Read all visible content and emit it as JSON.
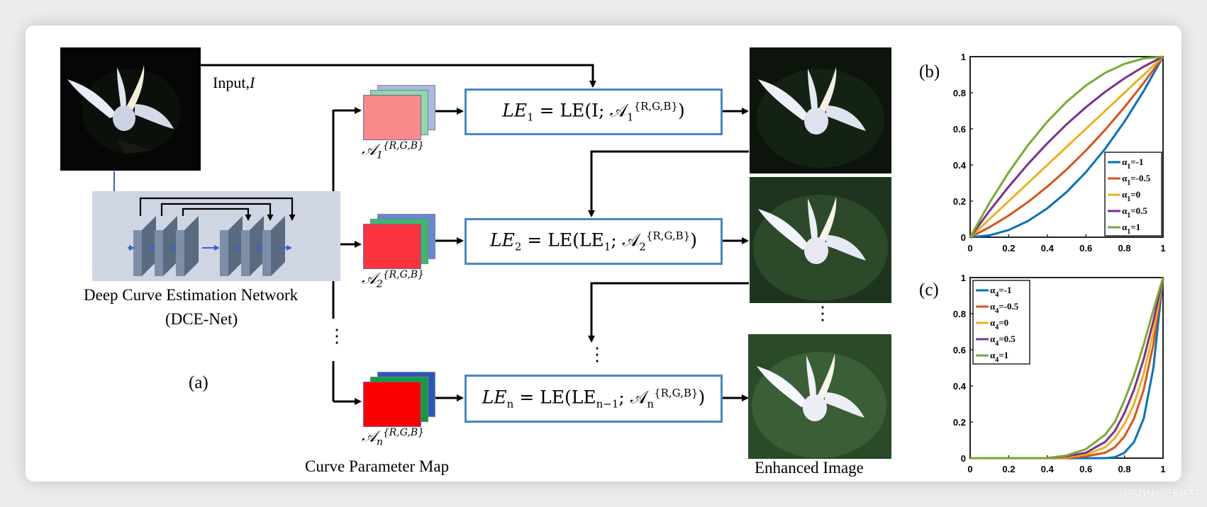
{
  "figure": {
    "input_label_prefix": "Input,",
    "input_label_var": "I",
    "dce_net_title": "Deep Curve Estimation Network",
    "dce_net_abbr": "(DCE-Net)",
    "panel_a_label": "(a)",
    "panel_b_label": "(b)",
    "panel_c_label": "(c)",
    "curve_param_map_label": "Curve Parameter Map",
    "enhanced_image_label": "Enhanced Image",
    "ellipsis": "⋮",
    "watermark": "CSDN @瑾怀轩"
  },
  "param_maps": [
    {
      "symbol": "𝒜",
      "sub": "1",
      "sup": "{R,G,B}",
      "colors": {
        "front": "#f88a8c",
        "mid": "#8fd8a8",
        "back": "#aab8e0"
      }
    },
    {
      "symbol": "𝒜",
      "sub": "2",
      "sup": "{R,G,B}",
      "colors": {
        "front": "#fb343f",
        "mid": "#3fb86a",
        "back": "#6a86cf"
      }
    },
    {
      "symbol": "𝒜",
      "sub": "n",
      "sup": "{R,G,B}",
      "colors": {
        "front": "#fc0000",
        "mid": "#139c3a",
        "back": "#2d56b8"
      }
    }
  ],
  "equations": [
    {
      "lhs": "LE",
      "lhs_sub": "1",
      "rhs_pre": "= LE(I; 𝒜",
      "rhs_sub": "1",
      "rhs_sup": "{R,G,B}",
      "rhs_post": ")"
    },
    {
      "lhs": "LE",
      "lhs_sub": "2",
      "rhs_pre": "= LE(LE",
      "rhs_mid_sub": "1",
      "rhs_mid": "; 𝒜",
      "rhs_sub": "2",
      "rhs_sup": "{R,G,B}",
      "rhs_post": ")"
    },
    {
      "lhs": "LE",
      "lhs_sub": "n",
      "rhs_pre": "= LE(LE",
      "rhs_mid_sub": "n−1",
      "rhs_mid": "; 𝒜",
      "rhs_sub": "n",
      "rhs_sup": "{R,G,B}",
      "rhs_post": ")"
    }
  ],
  "colors": {
    "box_border": "#4a86c8",
    "flow_blue": "#3a63c8",
    "dce_bg": "#cfd5e2",
    "layer_front": "#7d8ea8",
    "layer_side": "#5a6a80"
  },
  "chart_data": [
    {
      "type": "line",
      "panel": "(b)",
      "title": "",
      "xlabel": "",
      "ylabel": "",
      "xlim": [
        0,
        1
      ],
      "ylim": [
        0,
        1
      ],
      "xticks": [
        "0",
        "0.2",
        "0.4",
        "0.6",
        "0.8",
        "1"
      ],
      "yticks": [
        "0",
        "0.2",
        "0.4",
        "0.6",
        "0.8",
        "1"
      ],
      "legend_position": "bottom-right",
      "grid": false,
      "x": [
        0,
        0.1,
        0.2,
        0.3,
        0.4,
        0.5,
        0.6,
        0.7,
        0.8,
        0.9,
        1.0
      ],
      "series": [
        {
          "name": "α1=-1",
          "sub": "1",
          "value": "=-1",
          "color": "#0072bd",
          "values": [
            0,
            0.01,
            0.04,
            0.09,
            0.16,
            0.25,
            0.36,
            0.49,
            0.64,
            0.81,
            1.0
          ]
        },
        {
          "name": "α1=-0.5",
          "sub": "1",
          "value": "=-0.5",
          "color": "#d95319",
          "values": [
            0,
            0.055,
            0.12,
            0.195,
            0.28,
            0.375,
            0.48,
            0.595,
            0.72,
            0.855,
            1.0
          ]
        },
        {
          "name": "α1=0",
          "sub": "1",
          "value": "=0",
          "color": "#edb120",
          "values": [
            0,
            0.1,
            0.2,
            0.3,
            0.4,
            0.5,
            0.6,
            0.7,
            0.8,
            0.9,
            1.0
          ]
        },
        {
          "name": "α1=0.5",
          "sub": "1",
          "value": "=0.5",
          "color": "#7e2f8e",
          "values": [
            0,
            0.145,
            0.28,
            0.405,
            0.52,
            0.625,
            0.72,
            0.805,
            0.88,
            0.945,
            1.0
          ]
        },
        {
          "name": "α1=1",
          "sub": "1",
          "value": "=1",
          "color": "#77ac30",
          "values": [
            0,
            0.19,
            0.36,
            0.51,
            0.64,
            0.75,
            0.84,
            0.91,
            0.96,
            0.99,
            1.0
          ]
        }
      ]
    },
    {
      "type": "line",
      "panel": "(c)",
      "title": "",
      "xlabel": "",
      "ylabel": "",
      "xlim": [
        0,
        1
      ],
      "ylim": [
        0,
        1
      ],
      "xticks": [
        "0",
        "0.2",
        "0.4",
        "0.6",
        "0.8",
        "1"
      ],
      "yticks": [
        "0",
        "0.2",
        "0.4",
        "0.6",
        "0.8",
        "1"
      ],
      "legend_position": "top-left",
      "grid": false,
      "x": [
        0,
        0.4,
        0.5,
        0.6,
        0.7,
        0.75,
        0.8,
        0.85,
        0.9,
        0.95,
        1.0
      ],
      "series": [
        {
          "name": "α4=-1",
          "sub": "4",
          "value": "=-1",
          "color": "#0072bd",
          "values": [
            0,
            0,
            0,
            0,
            0.0,
            0.005,
            0.03,
            0.09,
            0.22,
            0.5,
            1.0
          ]
        },
        {
          "name": "α4=-0.5",
          "sub": "4",
          "value": "=-0.5",
          "color": "#d95319",
          "values": [
            0,
            0,
            0,
            0.01,
            0.03,
            0.06,
            0.12,
            0.22,
            0.38,
            0.63,
            1.0
          ]
        },
        {
          "name": "α4=0",
          "sub": "4",
          "value": "=0",
          "color": "#edb120",
          "values": [
            0,
            0,
            0.005,
            0.02,
            0.06,
            0.11,
            0.19,
            0.3,
            0.47,
            0.7,
            1.0
          ]
        },
        {
          "name": "α4=0.5",
          "sub": "4",
          "value": "=0.5",
          "color": "#7e2f8e",
          "values": [
            0,
            0,
            0.01,
            0.03,
            0.09,
            0.15,
            0.25,
            0.38,
            0.55,
            0.76,
            1.0
          ]
        },
        {
          "name": "α4=1",
          "sub": "4",
          "value": "=1",
          "color": "#77ac30",
          "values": [
            0,
            0.001,
            0.015,
            0.05,
            0.13,
            0.2,
            0.32,
            0.46,
            0.63,
            0.82,
            1.0
          ]
        }
      ]
    }
  ]
}
